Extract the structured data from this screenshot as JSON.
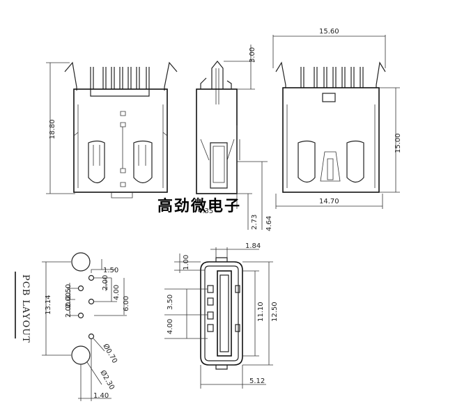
{
  "brand_text": "高劲微电子",
  "pcb_layout_label": "PCB LAYOUT",
  "front_view": {
    "width": "15.60",
    "height": "18.80"
  },
  "side_view": {
    "top": "3.00",
    "depth": "4.35",
    "a": "2.73",
    "b": "4.64"
  },
  "back_view": {
    "width": "14.70",
    "height": "15.00"
  },
  "pcb_layout": {
    "pitch_a": "1.50",
    "d1": "2.00",
    "d2": "4.00",
    "d3": "6.00",
    "e1": "2.50",
    "e2": "2.00",
    "e3": "2.00",
    "overall": "13.14",
    "pin_hole": "Ø0.70",
    "peg_hole": "Ø2.30",
    "offset": "1.40"
  },
  "port_view": {
    "top_width": "1.84",
    "top_margin": "1.00",
    "pin_pitch_a": "3.50",
    "pin_pitch_b": "4.00",
    "inner_h": "11.10",
    "outer_h": "12.50",
    "bottom_width": "5.12"
  }
}
